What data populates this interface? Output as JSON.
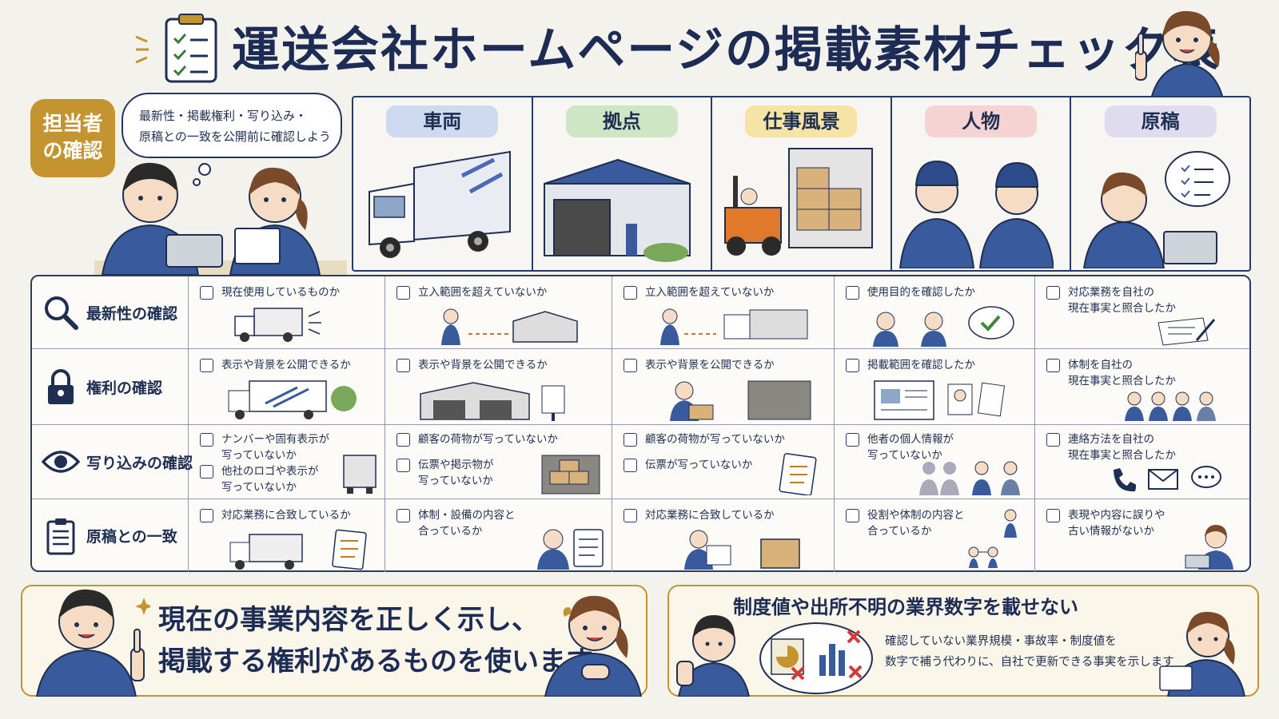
{
  "title": "運送会社ホームページの掲載素材チェック表",
  "intro": {
    "badge_line1": "担当者",
    "badge_line2": "の確認",
    "bubble_line1": "最新性・掲載権利・写り込み・",
    "bubble_line2": "原稿との一致を公開前に確認しよう"
  },
  "categories": [
    {
      "label": "車両",
      "color": "#cddaf0",
      "icon": "truck-icon"
    },
    {
      "label": "拠点",
      "color": "#cfe6c4",
      "icon": "warehouse-icon"
    },
    {
      "label": "仕事風景",
      "color": "#f6e3a6",
      "icon": "forklift-icon"
    },
    {
      "label": "人物",
      "color": "#f6d3d3",
      "icon": "workers-icon"
    },
    {
      "label": "原稿",
      "color": "#e0dcf0",
      "icon": "manuscript-icon"
    }
  ],
  "rows": [
    {
      "label": "最新性の確認",
      "icon": "magnifier-icon",
      "cells": [
        {
          "items": [
            [
              "現在使用しているものか"
            ]
          ]
        },
        {
          "items": [
            [
              "立入範囲を超えていないか"
            ]
          ]
        },
        {
          "items": [
            [
              "立入範囲を超えていないか"
            ]
          ]
        },
        {
          "items": [
            [
              "使用目的を確認したか"
            ]
          ]
        },
        {
          "items": [
            [
              "対応業務を自社の",
              "現在事実と照合したか"
            ]
          ]
        }
      ]
    },
    {
      "label": "権利の確認",
      "icon": "lock-icon",
      "cells": [
        {
          "items": [
            [
              "表示や背景を公開できるか"
            ]
          ]
        },
        {
          "items": [
            [
              "表示や背景を公開できるか"
            ]
          ]
        },
        {
          "items": [
            [
              "表示や背景を公開できるか"
            ]
          ]
        },
        {
          "items": [
            [
              "掲載範囲を確認したか"
            ]
          ]
        },
        {
          "items": [
            [
              "体制を自社の",
              "現在事実と照合したか"
            ]
          ]
        }
      ]
    },
    {
      "label": "写り込みの確認",
      "icon": "eye-icon",
      "cells": [
        {
          "items": [
            [
              "ナンバーや固有表示が",
              "写っていないか"
            ],
            [
              "他社のロゴや表示が",
              "写っていないか"
            ]
          ]
        },
        {
          "items": [
            [
              "顧客の荷物が写っていないか"
            ],
            [
              "伝票や掲示物が",
              "写っていないか"
            ]
          ]
        },
        {
          "items": [
            [
              "顧客の荷物が写っていないか"
            ],
            [
              "伝票が写っていないか"
            ]
          ]
        },
        {
          "items": [
            [
              "他者の個人情報が",
              "写っていないか"
            ]
          ]
        },
        {
          "items": [
            [
              "連絡方法を自社の",
              "現在事実と照合したか"
            ]
          ]
        }
      ]
    },
    {
      "label": "原稿との一致",
      "icon": "clipboard-icon",
      "cells": [
        {
          "items": [
            [
              "対応業務に合致しているか"
            ]
          ]
        },
        {
          "items": [
            [
              "体制・設備の内容と",
              "合っているか"
            ]
          ]
        },
        {
          "items": [
            [
              "対応業務に合致しているか"
            ]
          ]
        },
        {
          "items": [
            [
              "役割や体制の内容と",
              "合っているか"
            ]
          ]
        },
        {
          "items": [
            [
              "表現や内容に誤りや",
              "古い情報がないか"
            ]
          ]
        }
      ]
    }
  ],
  "bottom_left": {
    "line1": "現在の事業内容を正しく示し、",
    "line2": "掲載する権利があるものを使います"
  },
  "bottom_right": {
    "title": "制度値や出所不明の業界数字を載せない",
    "line1": "確認していない業界規模・事故率・制度値を",
    "line2": "数字で補う代わりに、自社で更新できる事実を示します"
  },
  "colors": {
    "navy": "#1f2f52",
    "gold": "#c49431",
    "uniform": "#3a5a9e"
  }
}
